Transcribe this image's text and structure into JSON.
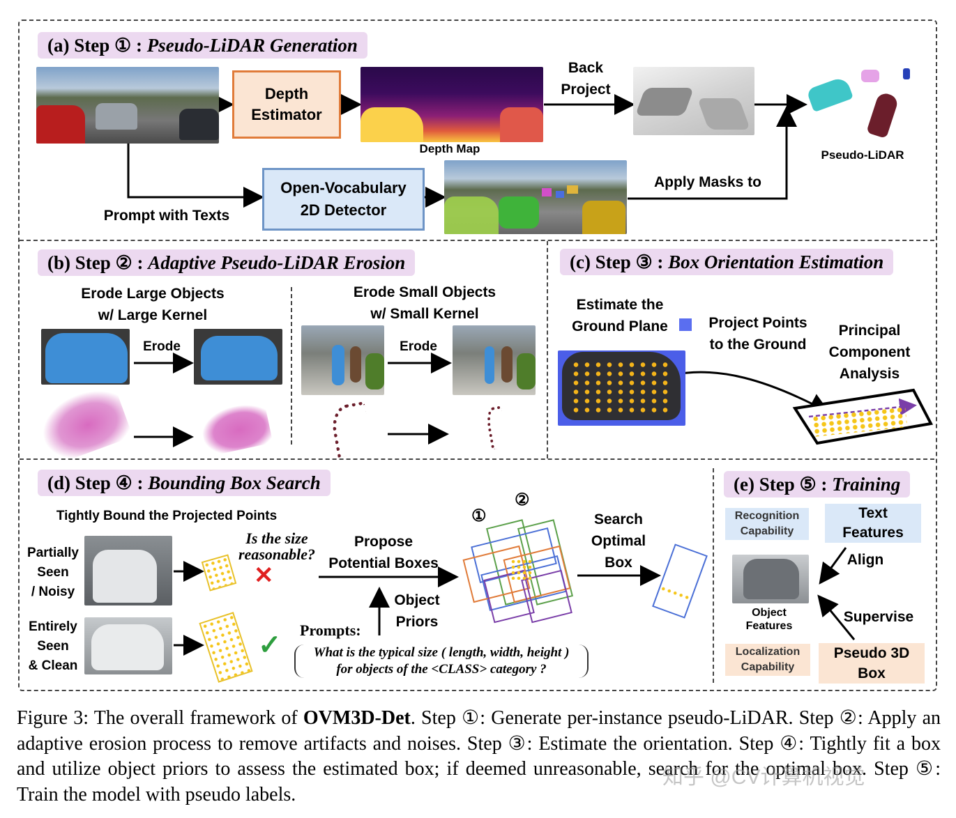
{
  "panels": {
    "a": {
      "label": "(a) Step ① : ",
      "title": "Pseudo-LiDAR Generation"
    },
    "b": {
      "label": "(b) Step ② : ",
      "title": "Adaptive Pseudo-LiDAR Erosion"
    },
    "c": {
      "label": "(c) Step ③ : ",
      "title": "Box Orientation Estimation"
    },
    "d": {
      "label": "(d) Step ④ : ",
      "title": "Bounding Box Search"
    },
    "e": {
      "label": "(e) Step ⑤ : ",
      "title": "Training"
    }
  },
  "step1": {
    "depth_estimator": [
      "Depth",
      "Estimator"
    ],
    "depth_map": "Depth Map",
    "back_project": [
      "Back",
      "Project"
    ],
    "pseudo_lidar": "Pseudo-LiDAR",
    "ov_detector": [
      "Open-Vocabulary",
      "2D Detector"
    ],
    "prompt_texts": "Prompt with Texts",
    "apply_masks": "Apply Masks to"
  },
  "step2": {
    "large_title": [
      "Erode Large Objects",
      "w/ Large Kernel"
    ],
    "small_title": [
      "Erode Small Objects",
      "w/ Small Kernel"
    ],
    "erode": "Erode"
  },
  "step3": {
    "ground": [
      "Estimate the",
      "Ground Plane"
    ],
    "project": [
      "Project Points",
      "to the Ground"
    ],
    "pca": [
      "Principal",
      "Component",
      "Analysis"
    ]
  },
  "step4": {
    "tightly": "Tightly Bound the Projected Points",
    "partial": [
      "Partially",
      "Seen",
      "/ Noisy"
    ],
    "entire": [
      "Entirely",
      "Seen",
      "& Clean"
    ],
    "question": [
      "Is the size",
      "reasonable?"
    ],
    "propose": [
      "Propose",
      "Potential Boxes"
    ],
    "priors": [
      "Object",
      "Priors"
    ],
    "prompts_label": "Prompts:",
    "prompt_text": [
      "What is the typical size ( length, width, height )",
      "for objects of the <CLASS> category ?"
    ],
    "search": [
      "Search",
      "Optimal",
      "Box"
    ],
    "marker1": "①",
    "marker2": "②"
  },
  "step5": {
    "recognition": [
      "Recognition",
      "Capability"
    ],
    "text_features": [
      "Text",
      "Features"
    ],
    "align": "Align",
    "object_features": [
      "Object",
      "Features"
    ],
    "supervise": "Supervise",
    "localization": [
      "Localization",
      "Capability"
    ],
    "pseudo_box": [
      "Pseudo 3D",
      "Box"
    ]
  },
  "caption": {
    "prefix": "Figure 3: The overall framework of ",
    "name": "OVM3D-Det",
    "rest": ". Step ①: Generate per-instance pseudo-LiDAR. Step ②: Apply an adaptive erosion process to remove artifacts and noises. Step ③: Estimate the orientation. Step ④: Tightly fit a box and utilize object priors to assess the estimated box; if deemed unreasonable, search for the optimal box. Step ⑤: Train the model with pseudo labels."
  },
  "watermark": "知乎 @CV计算机视觉",
  "colors": {
    "title_bg": "#ecd9f0",
    "orange": "#e07b39",
    "blue": "#6d94c6",
    "pink": "#d86bc0",
    "maroon": "#6b1e2b",
    "yellow_points": "#f5c518",
    "check": "#2e9e3e",
    "cross": "#e02020"
  }
}
